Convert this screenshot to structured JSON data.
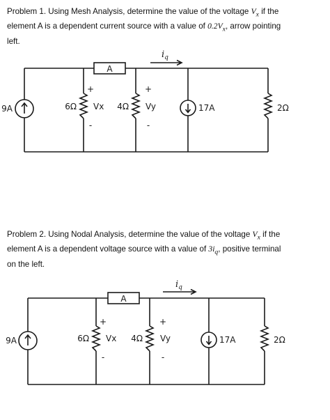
{
  "problem1": {
    "line1_a": "Problem 1. Using Mesh Analysis, determine the value of the voltage ",
    "vx_symbol": "V",
    "vx_sub": "x",
    "line1_b": " if the",
    "line2_a": "element A is a dependent current source with a value of ",
    "value_expr": "0.2V",
    "value_sub": "x",
    "line2_b": ", arrow pointing",
    "line3": "left."
  },
  "problem2": {
    "line1_a": "Problem 2. Using Nodal Analysis, determine the value of the voltage ",
    "vx_symbol": "V",
    "vx_sub": "x",
    "line1_b": " if the",
    "line2_a": "element A is a dependent voltage source with a value of ",
    "value_expr": "3i",
    "value_sub": "q",
    "line2_b": ", positive terminal",
    "line3": "on the left."
  },
  "circuit1": {
    "current_label": "i",
    "current_sub": "q",
    "element_label": "A",
    "source_label": "9A",
    "r1_label": "6Ω",
    "v1_plus": "+",
    "v1_label": "Vx",
    "v1_minus": "-",
    "r2_label": "4Ω",
    "v2_plus": "+",
    "v2_label": "Vy",
    "v2_minus": "-",
    "source2_label": "17A",
    "r3_label": "2Ω"
  },
  "circuit2": {
    "current_label": "i",
    "current_sub": "q",
    "element_label": "A",
    "source_label": "9A",
    "r1_label": "6Ω",
    "v1_plus": "+",
    "v1_label": "Vx",
    "v1_minus": "-",
    "r2_label": "4Ω",
    "v2_plus": "+",
    "v2_label": "Vy",
    "v2_minus": "-",
    "source2_label": "17A",
    "r3_label": "2Ω"
  },
  "colors": {
    "ink": "#1a1a1a",
    "text": "#111111",
    "background": "#ffffff"
  }
}
